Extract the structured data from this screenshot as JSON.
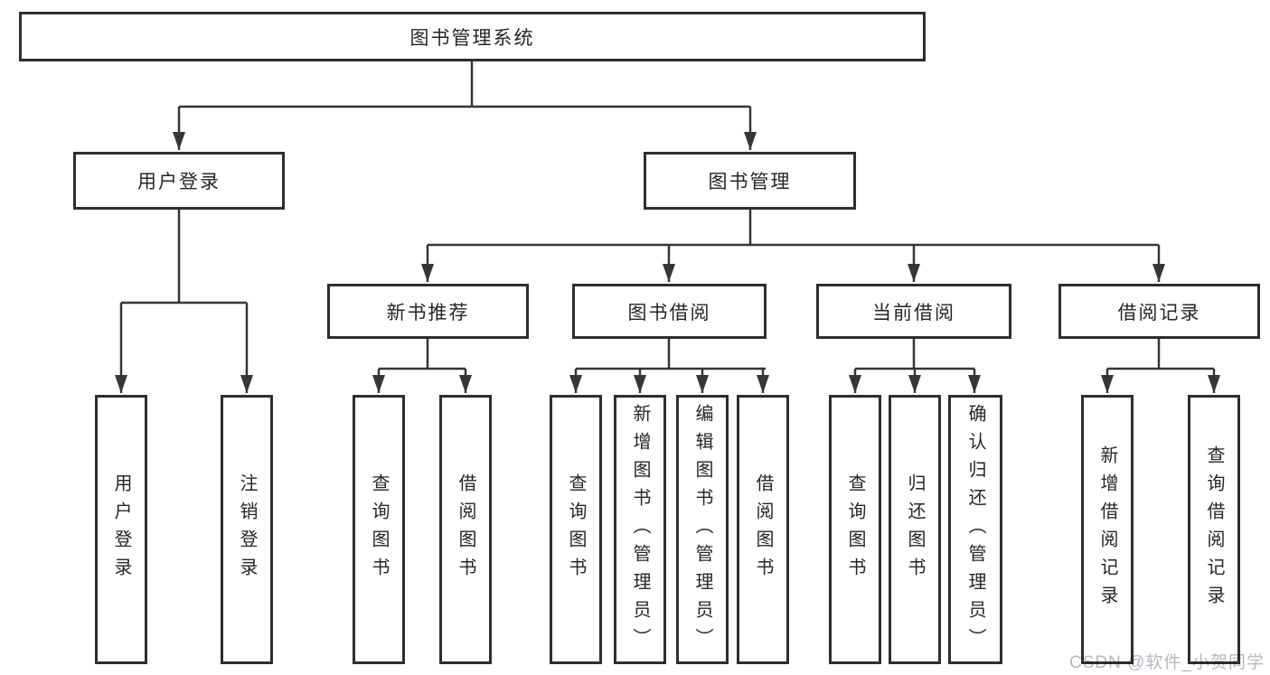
{
  "diagram": {
    "title": "图书管理系统",
    "watermark": "CSDN @软件_小贺同学",
    "colors": {
      "line": "#363636",
      "border": "#2e2e2e",
      "text": "#262626",
      "background": "#ffffff",
      "watermark": "#b4b8bf"
    },
    "nodes": {
      "root": "图书管理系统",
      "userLogin": "用户登录",
      "bookManagement": "图书管理",
      "newBookRecommend": "新书推荐",
      "bookBorrow": "图书借阅",
      "currentBorrow": "当前借阅",
      "borrowRecords": "借阅记录",
      "userLoginLeaf": "用户登录",
      "logoutLeaf": "注销登录",
      "nbQueryBooks": "查询图书",
      "nbBorrowBooks": "借阅图书",
      "bbQueryBooks": "查询图书",
      "bbAddBooks": "新增图书（管理员）",
      "bbEditBooks": "编辑图书（管理员）",
      "bbBorrowBooks": "借阅图书",
      "cbQueryBooks": "查询图书",
      "cbReturnBooks": "归还图书",
      "cbConfirmReturn": "确认归还（管理员）",
      "brAddRecord": "新增借阅记录",
      "brQueryRecord": "查询借阅记录"
    }
  }
}
